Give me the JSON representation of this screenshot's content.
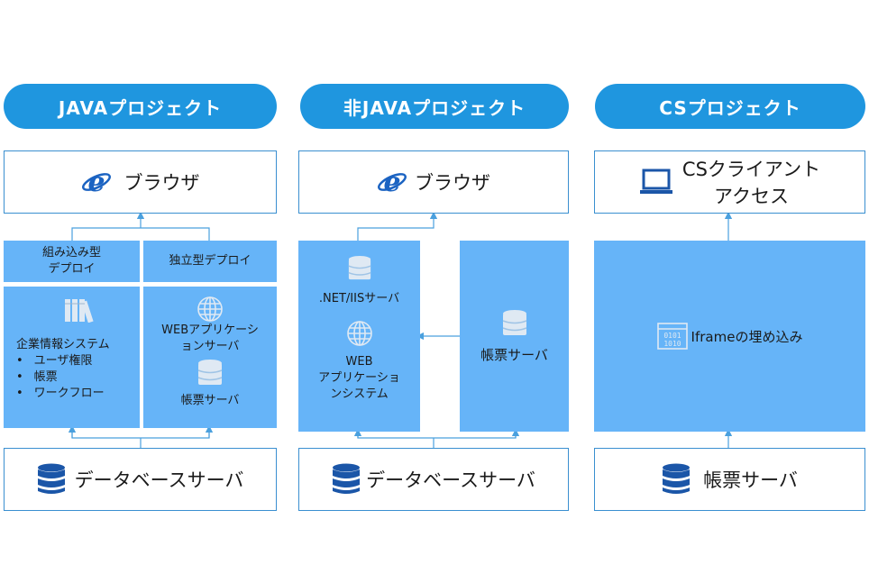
{
  "col1": {
    "title": "JAVAプロジェクト",
    "browser": "ブラウザ",
    "embed_deploy": [
      "組み込み型",
      "デプロイ"
    ],
    "standalone_deploy": "独立型デプロイ",
    "system_title": "企業情報システム",
    "system_items": [
      "ユーザ権限",
      "帳票",
      "ワークフロー"
    ],
    "webapp": [
      "WEBアプリケーシ",
      "ョンサーバ"
    ],
    "report_server": "帳票サーバ",
    "db": "データベースサーバ"
  },
  "col2": {
    "title": "非JAVAプロジェクト",
    "browser": "ブラウザ",
    "net_server": ".NET/IISサーバ",
    "webapp": [
      "WEB",
      "アプリケーショ",
      "ンシステム"
    ],
    "report_server": "帳票サーバ",
    "db": "データベースサーバ"
  },
  "col3": {
    "title": "CSプロジェクト",
    "client": [
      "CSクライアント",
      "アクセス"
    ],
    "iframe": "Iframeの埋め込み",
    "report_server": "帳票サーバ"
  },
  "bullet": "•",
  "colors": {
    "pill": "#1f96df",
    "box_border": "#3a8fd0",
    "panel": "#66b4f8",
    "db_icon": "#1b56a8",
    "ie_icon": "#1b63c2",
    "arrow": "#4aa0de"
  },
  "icons": [
    "ie-icon",
    "database-icon",
    "globe-icon",
    "books-icon",
    "laptop-icon",
    "binary-window-icon"
  ]
}
